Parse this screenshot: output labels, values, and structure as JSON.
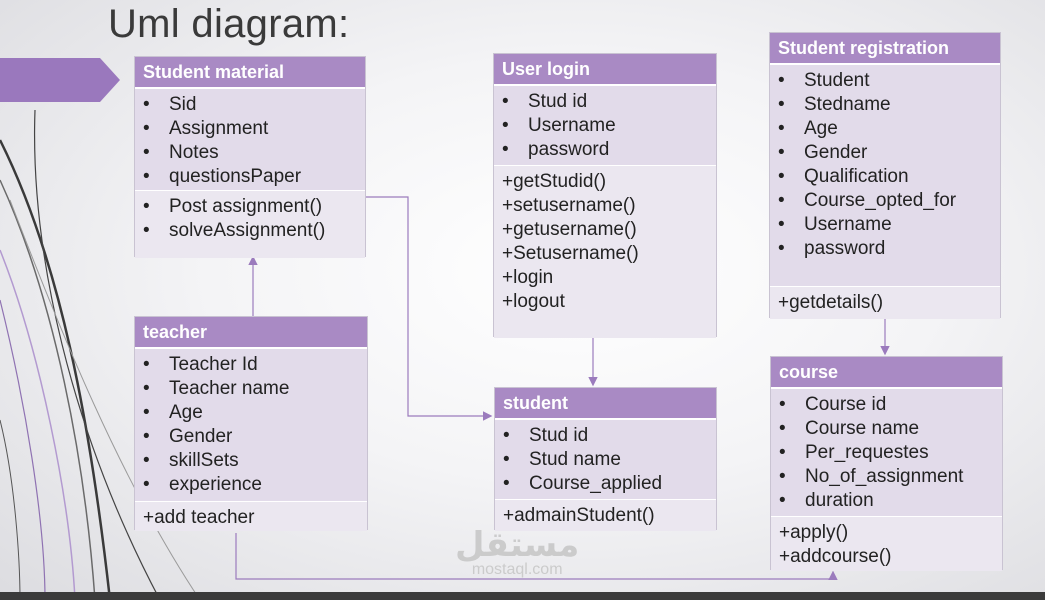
{
  "title": "Uml diagram:",
  "colors": {
    "header": "#a98ac4",
    "attrs_bg": "#e2dbea",
    "ops_bg": "#ebe7f0",
    "arrow": "#9b7bbd"
  },
  "classes": {
    "student_material": {
      "name": "Student material",
      "attributes": [
        "Sid",
        "Assignment",
        "Notes",
        "questionsPaper"
      ],
      "operations": [
        "Post assignment()",
        "solveAssignment()"
      ]
    },
    "user_login": {
      "name": "User login",
      "attributes": [
        "Stud id",
        "Username",
        "password"
      ],
      "operations": [
        "+getStudid()",
        "+setusername()",
        "+getusername()",
        "+Setusername()",
        "+login",
        "+logout"
      ]
    },
    "student_registration": {
      "name": "Student registration",
      "attributes": [
        "Student",
        "Stedname",
        "Age",
        "Gender",
        "Qualification",
        "Course_opted_for",
        "Username",
        "password"
      ],
      "operations": [
        "+getdetails()"
      ]
    },
    "teacher": {
      "name": "teacher",
      "attributes": [
        "Teacher Id",
        "Teacher name",
        "Age",
        "Gender",
        "skillSets",
        "experience"
      ],
      "operations": [
        "+add teacher"
      ]
    },
    "student": {
      "name": "student",
      "attributes": [
        "Stud id",
        "Stud name",
        "Course_applied"
      ],
      "operations": [
        "+admainStudent()"
      ]
    },
    "course": {
      "name": "course",
      "attributes": [
        "Course id",
        "Course name",
        "Per_requestes",
        "No_of_assignment",
        "duration"
      ],
      "operations": [
        "+apply()",
        "+addcourse()"
      ]
    }
  },
  "watermark": {
    "arabic": "مستقل",
    "latin": "mostaql.com"
  }
}
